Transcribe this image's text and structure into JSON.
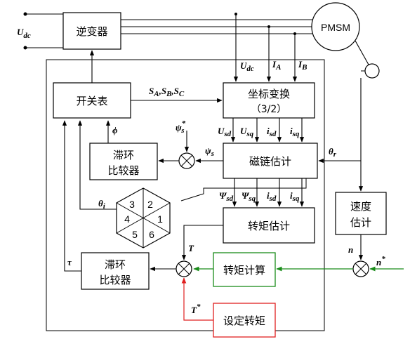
{
  "colors": {
    "line": "#000000",
    "green": "#1a8c1a",
    "red": "#e02020"
  },
  "blocks": {
    "inverter": "逆变器",
    "switch_table": "开关表",
    "coord_transform_line1": "坐标变换",
    "coord_transform_line2": "（3/2）",
    "hysteresis_flux_line1": "滞环",
    "hysteresis_flux_line2": "比较器",
    "flux_estimator": "磁链估计",
    "torque_estimator": "转矩估计",
    "speed_estimator_line1": "速度",
    "speed_estimator_line2": "估计",
    "hysteresis_torque_line1": "滞环",
    "hysteresis_torque_line2": "比较器",
    "torque_calc": "转矩计算",
    "set_torque": "设定转矩",
    "motor": "PMSM"
  },
  "sector": {
    "numbers": [
      "1",
      "2",
      "3",
      "4",
      "5",
      "6"
    ]
  },
  "labels": {
    "udc_input": "U",
    "udc_input_sub": "dc",
    "udc_meas": "U",
    "udc_meas_sub": "dc",
    "ia": "I",
    "ia_sub": "A",
    "ib": "I",
    "ib_sub": "B",
    "sabc": "S",
    "sabc_a": "A",
    "sabc_b": "B",
    "sabc_c": "C",
    "phi": "ϕ",
    "psi_ref": "ψ",
    "psi_ref_sup": "*",
    "psi_ref_sub": "s",
    "psi_s": "ψ",
    "psi_s_sub": "s",
    "usd": "U",
    "usd_sub": "sd",
    "usq": "U",
    "usq_sub": "sq",
    "isd": "i",
    "isd_sub": "sd",
    "isq": "i",
    "isq_sub": "sq",
    "psisd": "Ψ",
    "psisd_sub": "sd",
    "psisq": "Ψ",
    "psisq_sub": "sq",
    "isd2": "i",
    "isd2_sub": "sd",
    "isq2": "i",
    "isq2_sub": "sq",
    "theta_i_left": "θ",
    "theta_i_left_sub": "i",
    "theta_r": "θ",
    "theta_r_sub": "r",
    "T": "T",
    "tau": "τ",
    "T_ref": "T",
    "T_ref_sup": "*",
    "n": "n",
    "n_ref": "n",
    "n_ref_sup": "*"
  }
}
